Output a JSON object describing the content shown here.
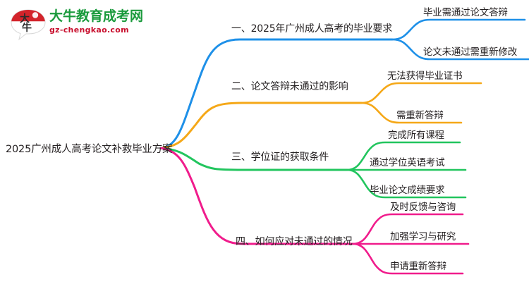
{
  "logo": {
    "mark_text_top": "大",
    "mark_text_bottom": "牛",
    "title": "大牛教育成考网",
    "subtitle": "gz-chengkao.com",
    "title_color": "#1a9a3c",
    "subtitle_color": "#c8102e",
    "mark_color": "#d3242b"
  },
  "mindmap": {
    "root": {
      "label": "2025广州成人高考论文补救毕业方案"
    },
    "branches": [
      {
        "label": "一、2025年广州成人高考的毕业要求",
        "color": "#1E90E8",
        "leaves": [
          {
            "label": "毕业需通过论文答辩"
          },
          {
            "label": "论文未通过需重新修改"
          }
        ]
      },
      {
        "label": "二、论文答辩未通过的影响",
        "color": "#F5A818",
        "leaves": [
          {
            "label": "无法获得毕业证书"
          },
          {
            "label": "需重新答辩"
          }
        ]
      },
      {
        "label": "三、学位证的获取条件",
        "color": "#22C55E",
        "leaves": [
          {
            "label": "完成所有课程"
          },
          {
            "label": "通过学位英语考试"
          },
          {
            "label": "毕业论文成绩要求"
          }
        ]
      },
      {
        "label": "四、如何应对未通过的情况",
        "color": "#F01C8C",
        "leaves": [
          {
            "label": "及时反馈与咨询"
          },
          {
            "label": "加强学习与研究"
          },
          {
            "label": "申请重新答辩"
          }
        ]
      }
    ]
  }
}
